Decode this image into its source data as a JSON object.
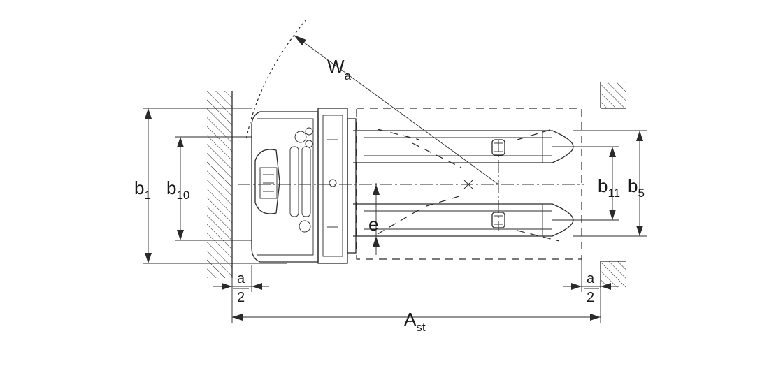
{
  "labels": {
    "wa_main": "W",
    "wa_sub": "a",
    "b1_main": "b",
    "b1_sub": "1",
    "b10_main": "b",
    "b10_sub": "10",
    "b11_main": "b",
    "b11_sub": "11",
    "b5_main": "b",
    "b5_sub": "5",
    "e": "e",
    "a_left_num": "a",
    "a_left_den": "2",
    "a_right_num": "a",
    "a_right_den": "2",
    "ast_main": "A",
    "ast_sub": "st"
  },
  "colors": {
    "line": "#2a2a2a",
    "background": "#ffffff"
  }
}
